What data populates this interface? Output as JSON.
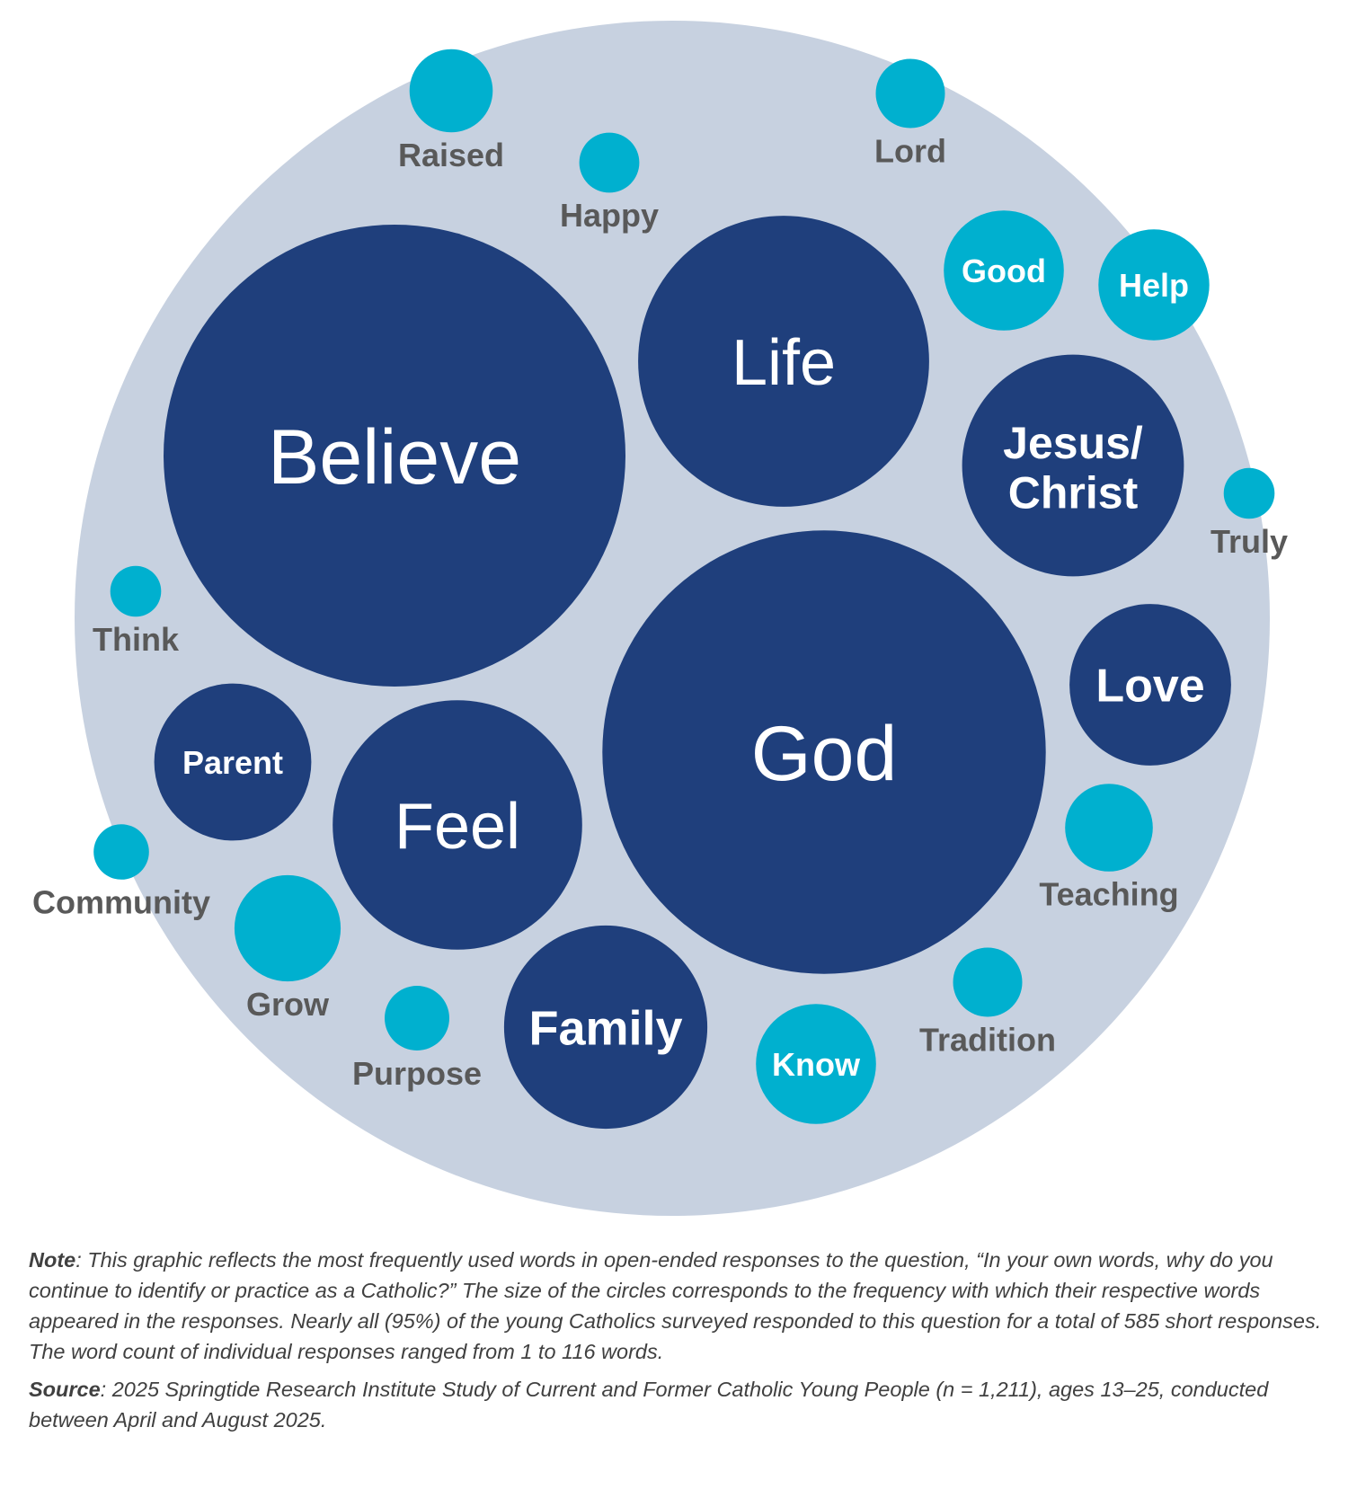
{
  "colors": {
    "background_circle": "#C7D1E0",
    "large_word": "#1F3F7C",
    "small_word": "#00B0CF",
    "inner_text": "#FFFFFF",
    "outer_label": "#595959"
  },
  "chart_data": {
    "type": "bubble",
    "title": "",
    "description": "Most frequently used words; circle size corresponds to word frequency",
    "words": [
      {
        "word": "Believe",
        "tier": "large",
        "relative_size": 1.0
      },
      {
        "word": "God",
        "tier": "large",
        "relative_size": 0.96
      },
      {
        "word": "Life",
        "tier": "large",
        "relative_size": 0.63
      },
      {
        "word": "Feel",
        "tier": "large",
        "relative_size": 0.54
      },
      {
        "word": "Jesus/ Christ",
        "tier": "large",
        "relative_size": 0.48
      },
      {
        "word": "Family",
        "tier": "large",
        "relative_size": 0.44
      },
      {
        "word": "Love",
        "tier": "large",
        "relative_size": 0.35
      },
      {
        "word": "Parent",
        "tier": "large",
        "relative_size": 0.34
      },
      {
        "word": "Know",
        "tier": "small",
        "relative_size": 0.26
      },
      {
        "word": "Good",
        "tier": "small",
        "relative_size": 0.26
      },
      {
        "word": "Help",
        "tier": "small",
        "relative_size": 0.24
      },
      {
        "word": "Grow",
        "tier": "small",
        "relative_size": 0.23
      },
      {
        "word": "Teaching",
        "tier": "small",
        "relative_size": 0.19
      },
      {
        "word": "Raised",
        "tier": "small",
        "relative_size": 0.18
      },
      {
        "word": "Tradition",
        "tier": "small",
        "relative_size": 0.15
      },
      {
        "word": "Lord",
        "tier": "small",
        "relative_size": 0.15
      },
      {
        "word": "Purpose",
        "tier": "small",
        "relative_size": 0.14
      },
      {
        "word": "Happy",
        "tier": "small",
        "relative_size": 0.13
      },
      {
        "word": "Community",
        "tier": "small",
        "relative_size": 0.12
      },
      {
        "word": "Truly",
        "tier": "small",
        "relative_size": 0.11
      },
      {
        "word": "Think",
        "tier": "small",
        "relative_size": 0.11
      }
    ]
  },
  "notes": {
    "note_label": "Note",
    "note_text": ": This graphic reflects the most frequently used words in open-ended responses to the question, “In your own words, why do you continue to identify or practice as a Catholic?” The size of the circles corresponds to the frequency with which their respective words appeared in the responses. Nearly all (95%) of the young Catholics surveyed responded to this question for a total of 585 short responses. The word count of individual responses ranged from 1 to 116 words.",
    "source_label": "Source",
    "source_text": ": 2025 Springtide Research Institute Study of Current and Former Catholic Young People (n = 1,211), ages 13–25, conducted between April and August 2025."
  }
}
